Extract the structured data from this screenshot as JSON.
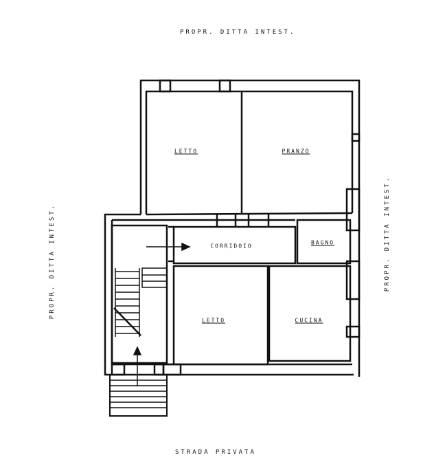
{
  "neighbors": {
    "top": "PROPR. DITTA INTEST.",
    "left": "PROPR. DITTA INTEST.",
    "right": "PROPR. DITTA INTEST.",
    "bottom": "STRADA PRIVATA"
  },
  "rooms": [
    {
      "name": "LETTO"
    },
    {
      "name": "PRANZO"
    },
    {
      "name": "CORRIDOIO"
    },
    {
      "name": "BAGNO"
    },
    {
      "name": "LETTO"
    },
    {
      "name": "CUCINA"
    }
  ],
  "colors": {
    "ink": "#111111",
    "paper": "#ffffff"
  }
}
